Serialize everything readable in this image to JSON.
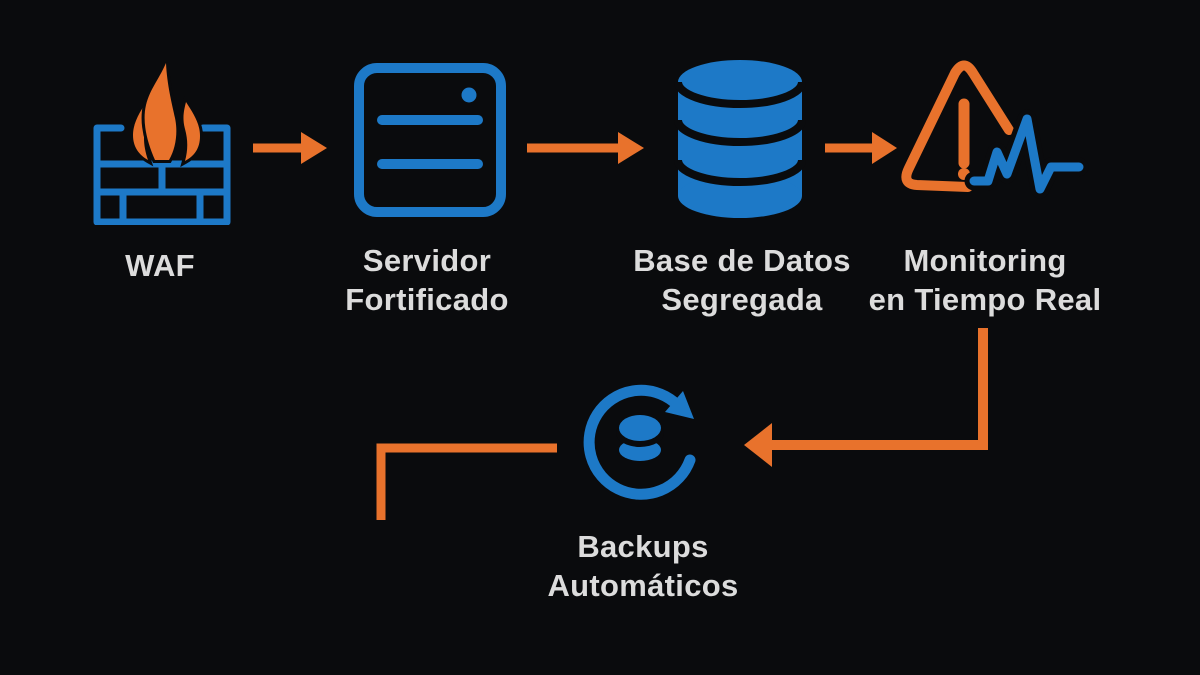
{
  "colors": {
    "background": "#0a0b0d",
    "accent_orange": "#e8722c",
    "accent_blue": "#1d79c7",
    "label": "#dcdcdc"
  },
  "diagram": {
    "nodes": [
      {
        "id": "waf",
        "icon": "firewall-flame-icon",
        "label_line1": "WAF",
        "label_line2": ""
      },
      {
        "id": "servidor-fortificado",
        "icon": "server-icon",
        "label_line1": "Servidor",
        "label_line2": "Fortificado"
      },
      {
        "id": "base-de-datos-segregada",
        "icon": "database-icon",
        "label_line1": "Base de Datos",
        "label_line2": "Segregada"
      },
      {
        "id": "monitoring-tiempo-real",
        "icon": "alert-pulse-icon",
        "label_line1": "Monitoring",
        "label_line2": "en Tiempo Real"
      },
      {
        "id": "backups-automaticos",
        "icon": "sync-database-icon",
        "label_line1": "Backups",
        "label_line2": "Automáticos"
      }
    ],
    "connections": [
      {
        "from": "waf",
        "to": "servidor-fortificado",
        "style": "arrow-right"
      },
      {
        "from": "servidor-fortificado",
        "to": "base-de-datos-segregada",
        "style": "arrow-right"
      },
      {
        "from": "base-de-datos-segregada",
        "to": "monitoring-tiempo-real",
        "style": "arrow-right"
      },
      {
        "from": "monitoring-tiempo-real",
        "to": "backups-automaticos",
        "style": "arrow-down-then-left"
      },
      {
        "from": "backups-automaticos",
        "to": "",
        "style": "line-left-then-down"
      }
    ]
  }
}
